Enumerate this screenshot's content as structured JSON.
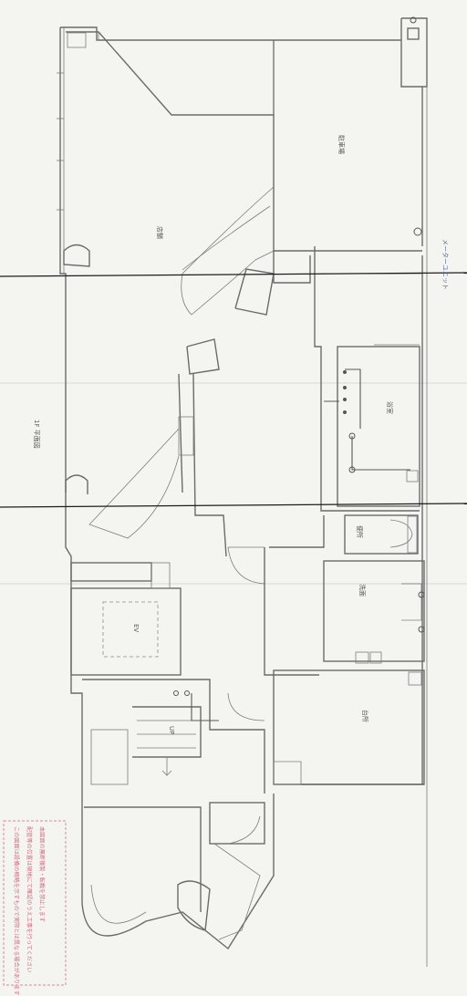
{
  "sheet": {
    "title": "1F 平面図",
    "handwritten_note": "メーターユニット"
  },
  "rooms": {
    "store": "店舗",
    "parking": "駐車場",
    "bath": "浴室",
    "toilet": "便所",
    "wash": "洗面",
    "ev": "EV",
    "kitchen": "台所"
  },
  "markers": {
    "up": "UP"
  },
  "stamp": {
    "line1": "この図面は設備の概略を示すもので実際とは異なる場合があります",
    "line2": "配管等の位置は現地にて確認のうえ工事を行ってください",
    "line3": "本図面の無断複製・転載を禁止します"
  },
  "colors": {
    "paper": "#f4f4f1",
    "ink": "#6b6b6b",
    "stamp": "#d98a96",
    "handwriting": "#5a6a9a"
  }
}
